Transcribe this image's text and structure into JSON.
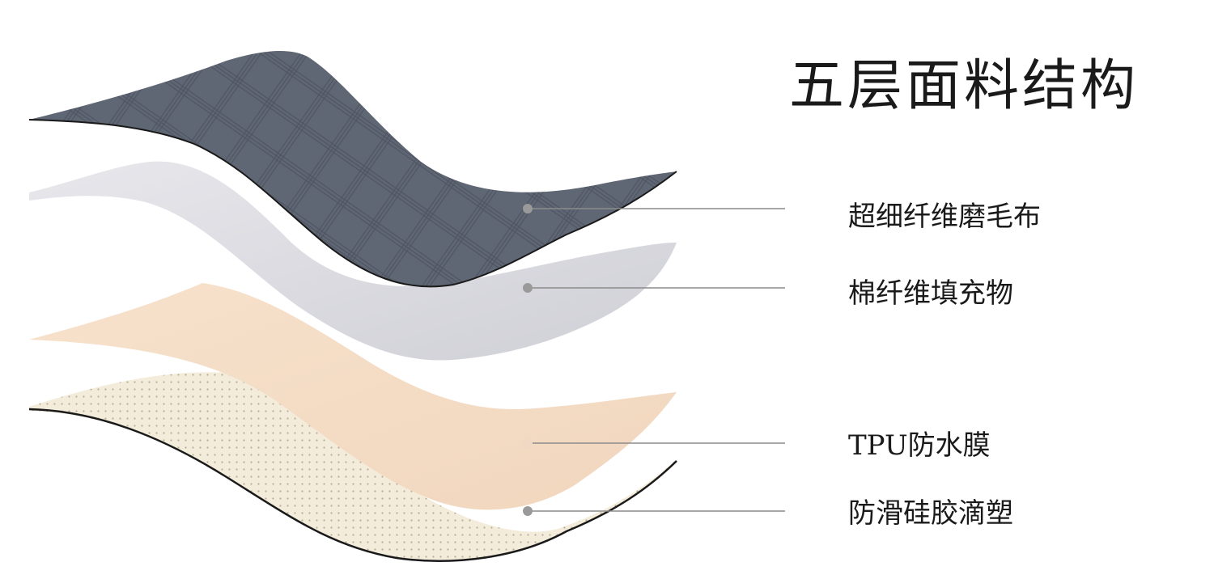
{
  "title": "五层面料结构",
  "layers": [
    {
      "label": "超细纤维磨毛布",
      "color": "#5f6674"
    },
    {
      "label": "棉纤维填充物",
      "color": "#d8d8de"
    },
    {
      "label": "TPU防水膜",
      "color": "#f3dcc6"
    },
    {
      "label": "防滑硅胶滴塑",
      "color": "#f2ead8"
    }
  ],
  "colors": {
    "leader_line": "#8c8c8c",
    "edge": "#1a1a1a"
  }
}
